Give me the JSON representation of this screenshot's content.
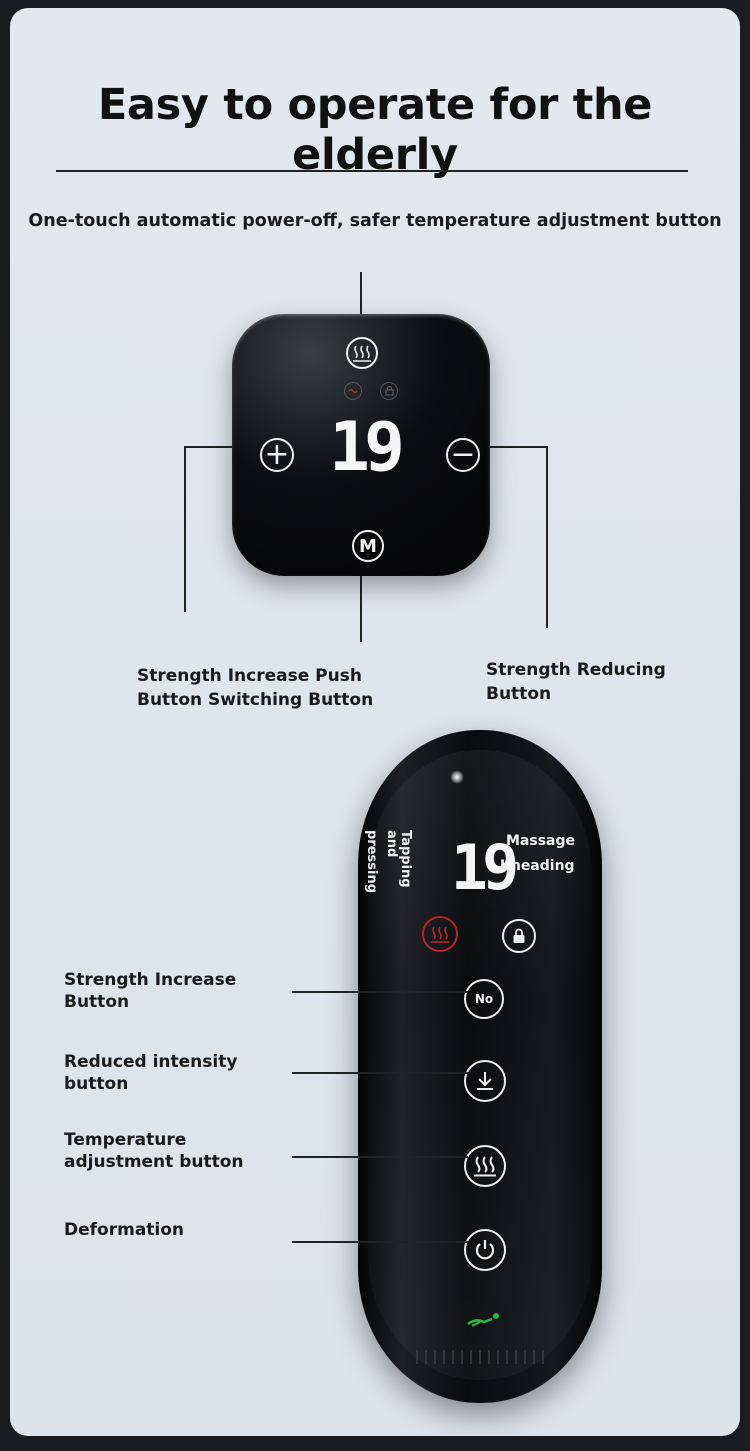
{
  "header": {
    "title": "Easy to operate for the elderly",
    "subtitle": "One-touch automatic power-off, safer temperature adjustment button"
  },
  "square_remote": {
    "display_value": "19",
    "plus_label": "+",
    "minus_label": "−",
    "mode_label": "M",
    "labels": {
      "left": "Strength Increase Push Button Switching Button",
      "right": "Strength Reducing Button"
    }
  },
  "tall_remote": {
    "display_value": "19",
    "modes": {
      "tapping": "Tapping and",
      "pressing": "pressing",
      "massage": "Massage",
      "kneading": "Kneading"
    },
    "mode_button_text": "No",
    "labels": {
      "strength_increase": "Strength Increase Button",
      "reduced_intensity": "Reduced intensity button",
      "temperature": "Temperature adjustment button",
      "deformation": "Deformation"
    }
  },
  "colors": {
    "background": "#dfe5ec",
    "device": "#0b0c0e",
    "heat_indicator": "#c0262b",
    "status_green": "#2db84b"
  },
  "icons": [
    "heat-waves-icon",
    "lock-icon",
    "plus-icon",
    "minus-icon",
    "mode-m-icon",
    "power-icon",
    "download-arrow-icon",
    "person-lying-icon"
  ]
}
